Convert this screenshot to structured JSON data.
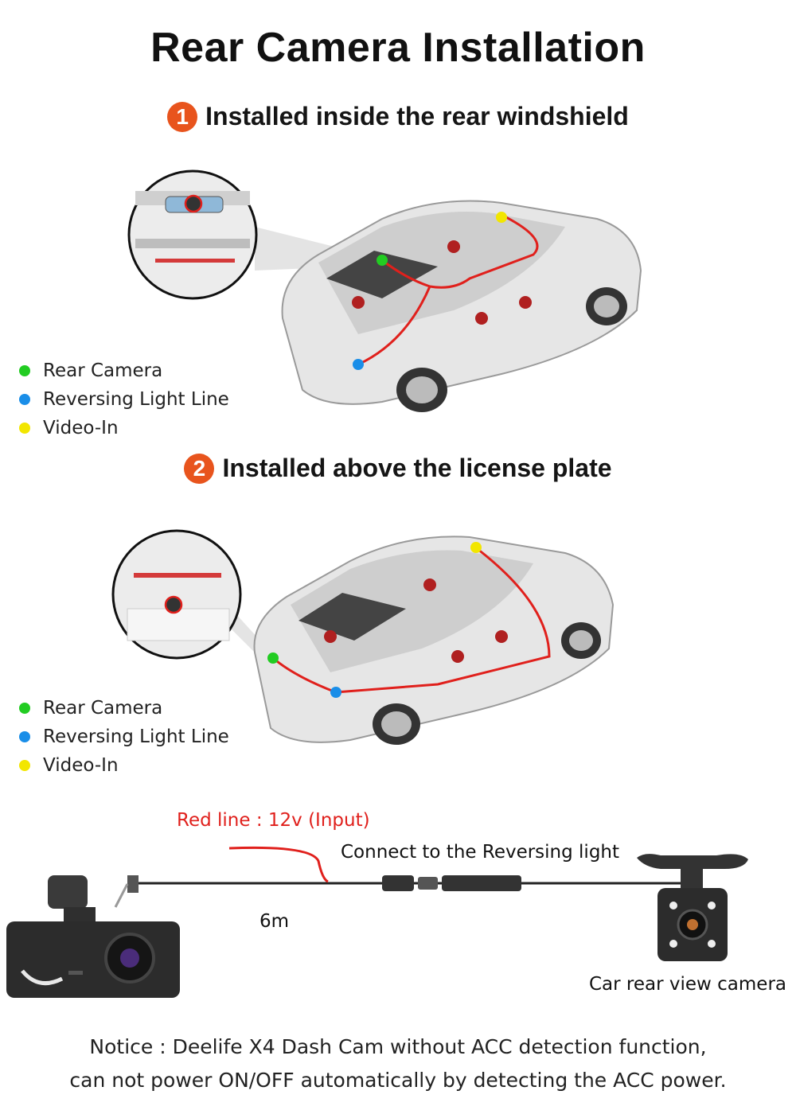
{
  "title": "Rear Camera Installation",
  "section1": {
    "number": "1",
    "heading": "Installed inside the rear windshield"
  },
  "section2": {
    "number": "2",
    "heading": "Installed above the license plate"
  },
  "legend": [
    {
      "label": "Rear Camera",
      "color": "#22cc22"
    },
    {
      "label": "Reversing Light Line",
      "color": "#1a8ee8"
    },
    {
      "label": "Video-In",
      "color": "#f2e600"
    }
  ],
  "wiring": {
    "red_line": "Red line : 12v (Input)",
    "connect": "Connect to the Reversing light",
    "length": "6m",
    "camera": "Car rear view camera"
  },
  "notice": {
    "line1": "Notice : Deelife X4 Dash Cam without ACC detection function,",
    "line2": "can not power ON/OFF automatically by detecting the ACC power."
  },
  "colors": {
    "accent": "#e8541d",
    "wire_red": "#e0201c"
  }
}
